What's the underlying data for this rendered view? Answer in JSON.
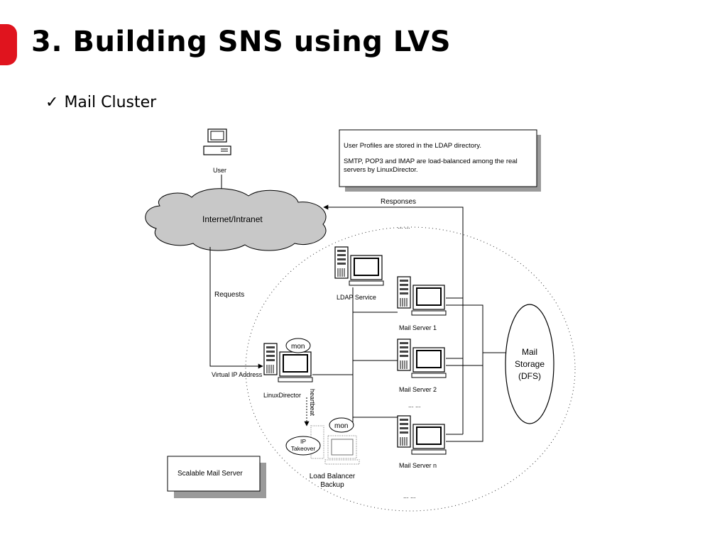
{
  "slide": {
    "title": "3. Building SNS using LVS",
    "bullet": "Mail Cluster",
    "bullet_marker": "✓",
    "accent_color": "#e0141e"
  },
  "diagram": {
    "note_line1": "User Profiles are stored in the LDAP directory.",
    "note_line2": "SMTP, POP3 and IMAP are load-balanced among the real",
    "note_line3": "servers by LinuxDirector.",
    "user_label": "User",
    "cloud_label": "Internet/Intranet",
    "responses_label": "Responses",
    "requests_label": "Requests",
    "ldap_label": "LDAP Service",
    "vip_label": "Virtual IP Address",
    "director_label": "LinuxDirector",
    "mon_label": "mon",
    "mon_label_backup": "mon",
    "heartbeat_label": "heartbeat",
    "ip_takeover_line1": "IP",
    "ip_takeover_line2": "Takeover",
    "backup_line1": "Load Balancer",
    "backup_line2": "Backup",
    "mail1_label": "Mail Server 1",
    "mail2_label": "Mail Server 2",
    "mailn_label": "Mail Server n",
    "storage_line1": "Mail",
    "storage_line2": "Storage",
    "storage_line3": "(DFS)",
    "ellipsis1": "...   ...",
    "ellipsis2": "...   ...",
    "ellipsis3": "...   ...",
    "scalable_label": "Scalable Mail Server"
  }
}
